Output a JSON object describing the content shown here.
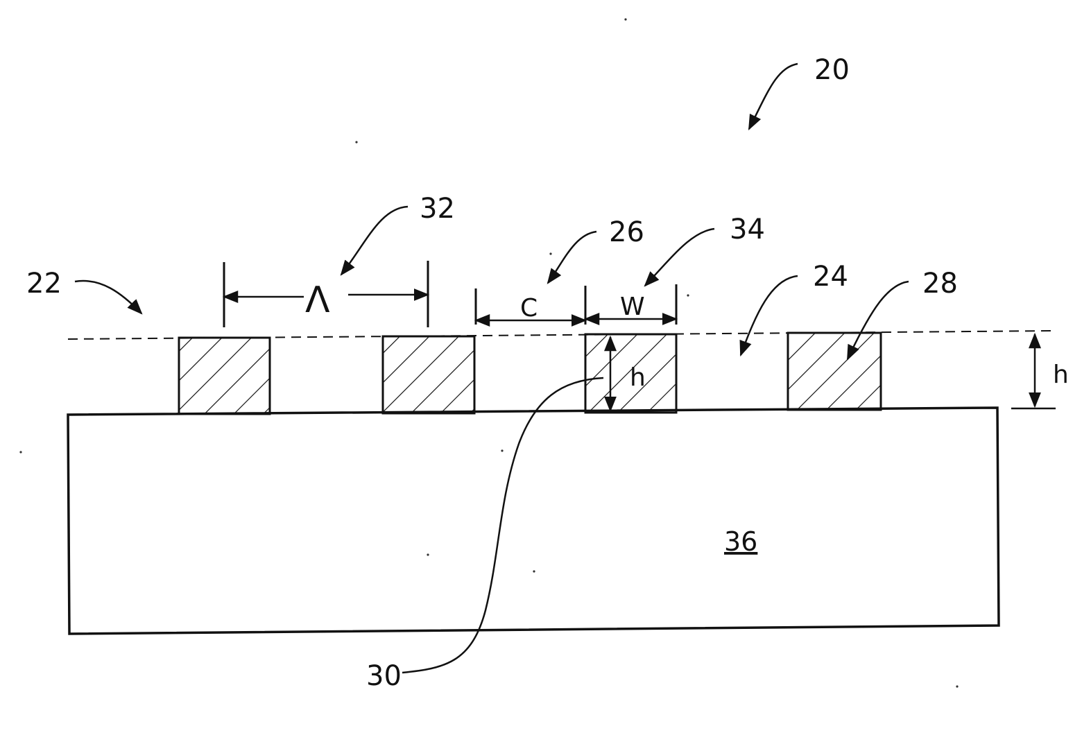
{
  "figure": {
    "ref_20": "20",
    "ref_22": "22",
    "ref_24": "24",
    "ref_26": "26",
    "ref_28": "28",
    "ref_30": "30",
    "ref_32": "32",
    "ref_34": "34",
    "ref_36": "36",
    "dim_period": "Λ",
    "dim_C": "C",
    "dim_W": "W",
    "dim_h_inner": "h",
    "dim_h_outer": "h"
  },
  "colors": {
    "ink": "#111111",
    "background": "#ffffff"
  }
}
